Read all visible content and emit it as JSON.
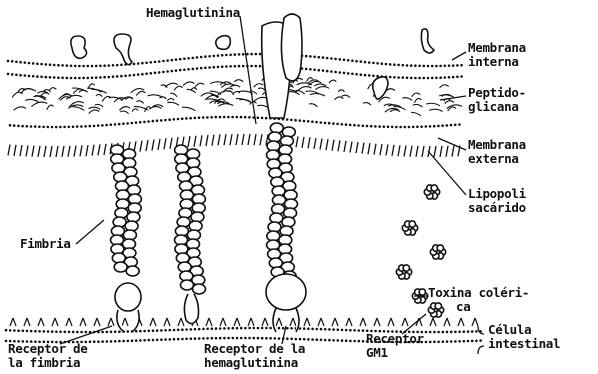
{
  "labels": {
    "hemaglutinina": "Hemaglutinina",
    "membrana_interna": [
      "Membrana",
      "interna"
    ],
    "peptidoglicana": [
      "Peptido-",
      "glicana"
    ],
    "membrana_externa": [
      "Membrana",
      "externa"
    ],
    "lipopolisacarido": [
      "Lipopoli",
      "sacárido"
    ],
    "fimbria": "Fimbria",
    "toxina_colerica": [
      "Toxina coléri-",
      "ca"
    ],
    "celula_intestinal": [
      "Célula",
      "intestinal"
    ],
    "receptor_fimbria": [
      "Receptor de",
      "la fimbria"
    ],
    "receptor_hemaglutinina": [
      "Receptor de la",
      "hemaglutinina"
    ],
    "receptor_gm1": [
      "Receptor",
      "GM1"
    ]
  },
  "colors": {
    "ink": "#111111",
    "background": "#ffffff"
  }
}
